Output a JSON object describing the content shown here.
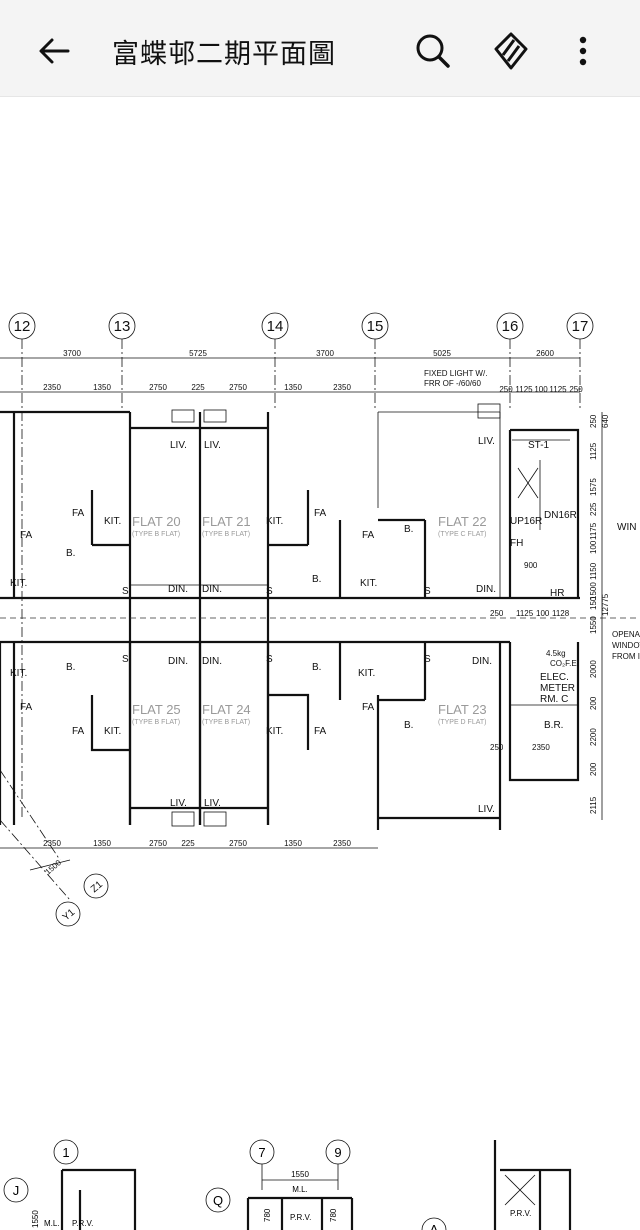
{
  "app": {
    "title": "富蝶邨二期平面圖",
    "icons": {
      "back": "arrow-left-icon",
      "search": "search-icon",
      "logo": "diamond-logo-icon",
      "more": "more-vertical-icon"
    }
  },
  "plan": {
    "grid_top": [
      "12",
      "13",
      "14",
      "15",
      "16",
      "17"
    ],
    "grid_side": [
      "Z1",
      "Y1",
      "1",
      "7",
      "9",
      "J",
      "Q",
      "A"
    ],
    "dims_top": [
      "3700",
      "5725",
      "3700",
      "5025",
      "2600"
    ],
    "dims_sub": [
      "2350",
      "1350",
      "2750",
      "225",
      "2750",
      "1350",
      "2350",
      "250",
      "1125",
      "100",
      "1125",
      "250"
    ],
    "dims_bottom": [
      "2350",
      "1350",
      "2750",
      "225",
      "2750",
      "1350",
      "2350"
    ],
    "dims_right": [
      "640",
      "250",
      "1125",
      "1575",
      "225",
      "1175",
      "100",
      "1150",
      "1500",
      "150",
      "12775",
      "1550",
      "2000",
      "200",
      "2200",
      "200",
      "2115"
    ],
    "dims_misc": [
      "250",
      "1125",
      "100",
      "1128",
      "900",
      "250",
      "2350",
      "1500",
      "1550",
      "780"
    ],
    "note": [
      "FIXED LIGHT W/.",
      "FRR OF -/60/60"
    ],
    "right_note": [
      "OPENA",
      "WINDOV",
      "FROM I"
    ],
    "win_label": "WIN",
    "flats": [
      {
        "name": "FLAT 20",
        "type": "(TYPE B FLAT)"
      },
      {
        "name": "FLAT 21",
        "type": "(TYPE B FLAT)"
      },
      {
        "name": "FLAT 22",
        "type": "(TYPE C FLAT)"
      },
      {
        "name": "FLAT 25",
        "type": "(TYPE B FLAT)"
      },
      {
        "name": "FLAT 24",
        "type": "(TYPE B FLAT)"
      },
      {
        "name": "FLAT 23",
        "type": "(TYPE D FLAT)"
      }
    ],
    "rooms": {
      "liv": "LIV.",
      "din": "DIN.",
      "kit": "KIT.",
      "bath": "B.",
      "fa": "FA",
      "fh": "FH",
      "hr": "HR",
      "s": "S",
      "stair": "ST-1",
      "up": "UP16R",
      "dn": "DN16R",
      "extinguisher": "4.5kg",
      "co2": "CO₂F.E.",
      "elec": [
        "ELEC.",
        "METER",
        "RM. C"
      ],
      "br": "B.R.",
      "ml": "M.L.",
      "prv": "P.R.V."
    }
  }
}
